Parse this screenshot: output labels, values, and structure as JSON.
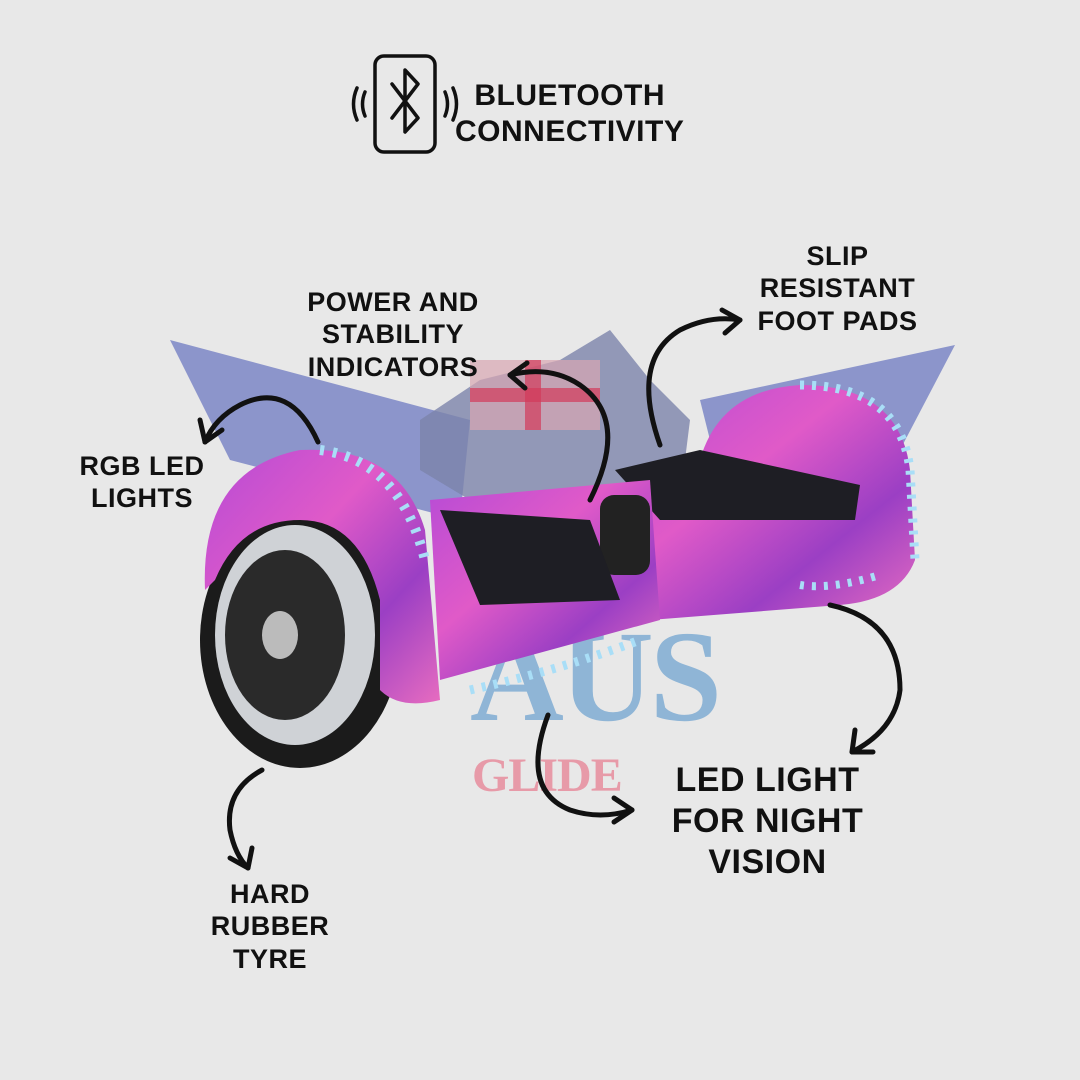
{
  "watermark": {
    "brand_top": "AUS",
    "brand_bottom": "GLIDE"
  },
  "features": {
    "bluetooth": [
      "BLUETOOTH",
      "CONNECTIVITY"
    ],
    "power": [
      "POWER AND",
      "STABILITY",
      "INDICATORS"
    ],
    "slip": [
      "SLIP",
      "RESISTANT",
      "FOOT PADS"
    ],
    "rgb": [
      "RGB LED",
      "LIGHTS"
    ],
    "led_night": [
      "LED LIGHT",
      "FOR NIGHT",
      "VISION"
    ],
    "tyre": [
      "HARD",
      "RUBBER",
      "TYRE"
    ]
  },
  "colors": {
    "background": "#e8e8e8",
    "text": "#111111",
    "body": "#c84bc0",
    "led": "#9fd8f5"
  }
}
